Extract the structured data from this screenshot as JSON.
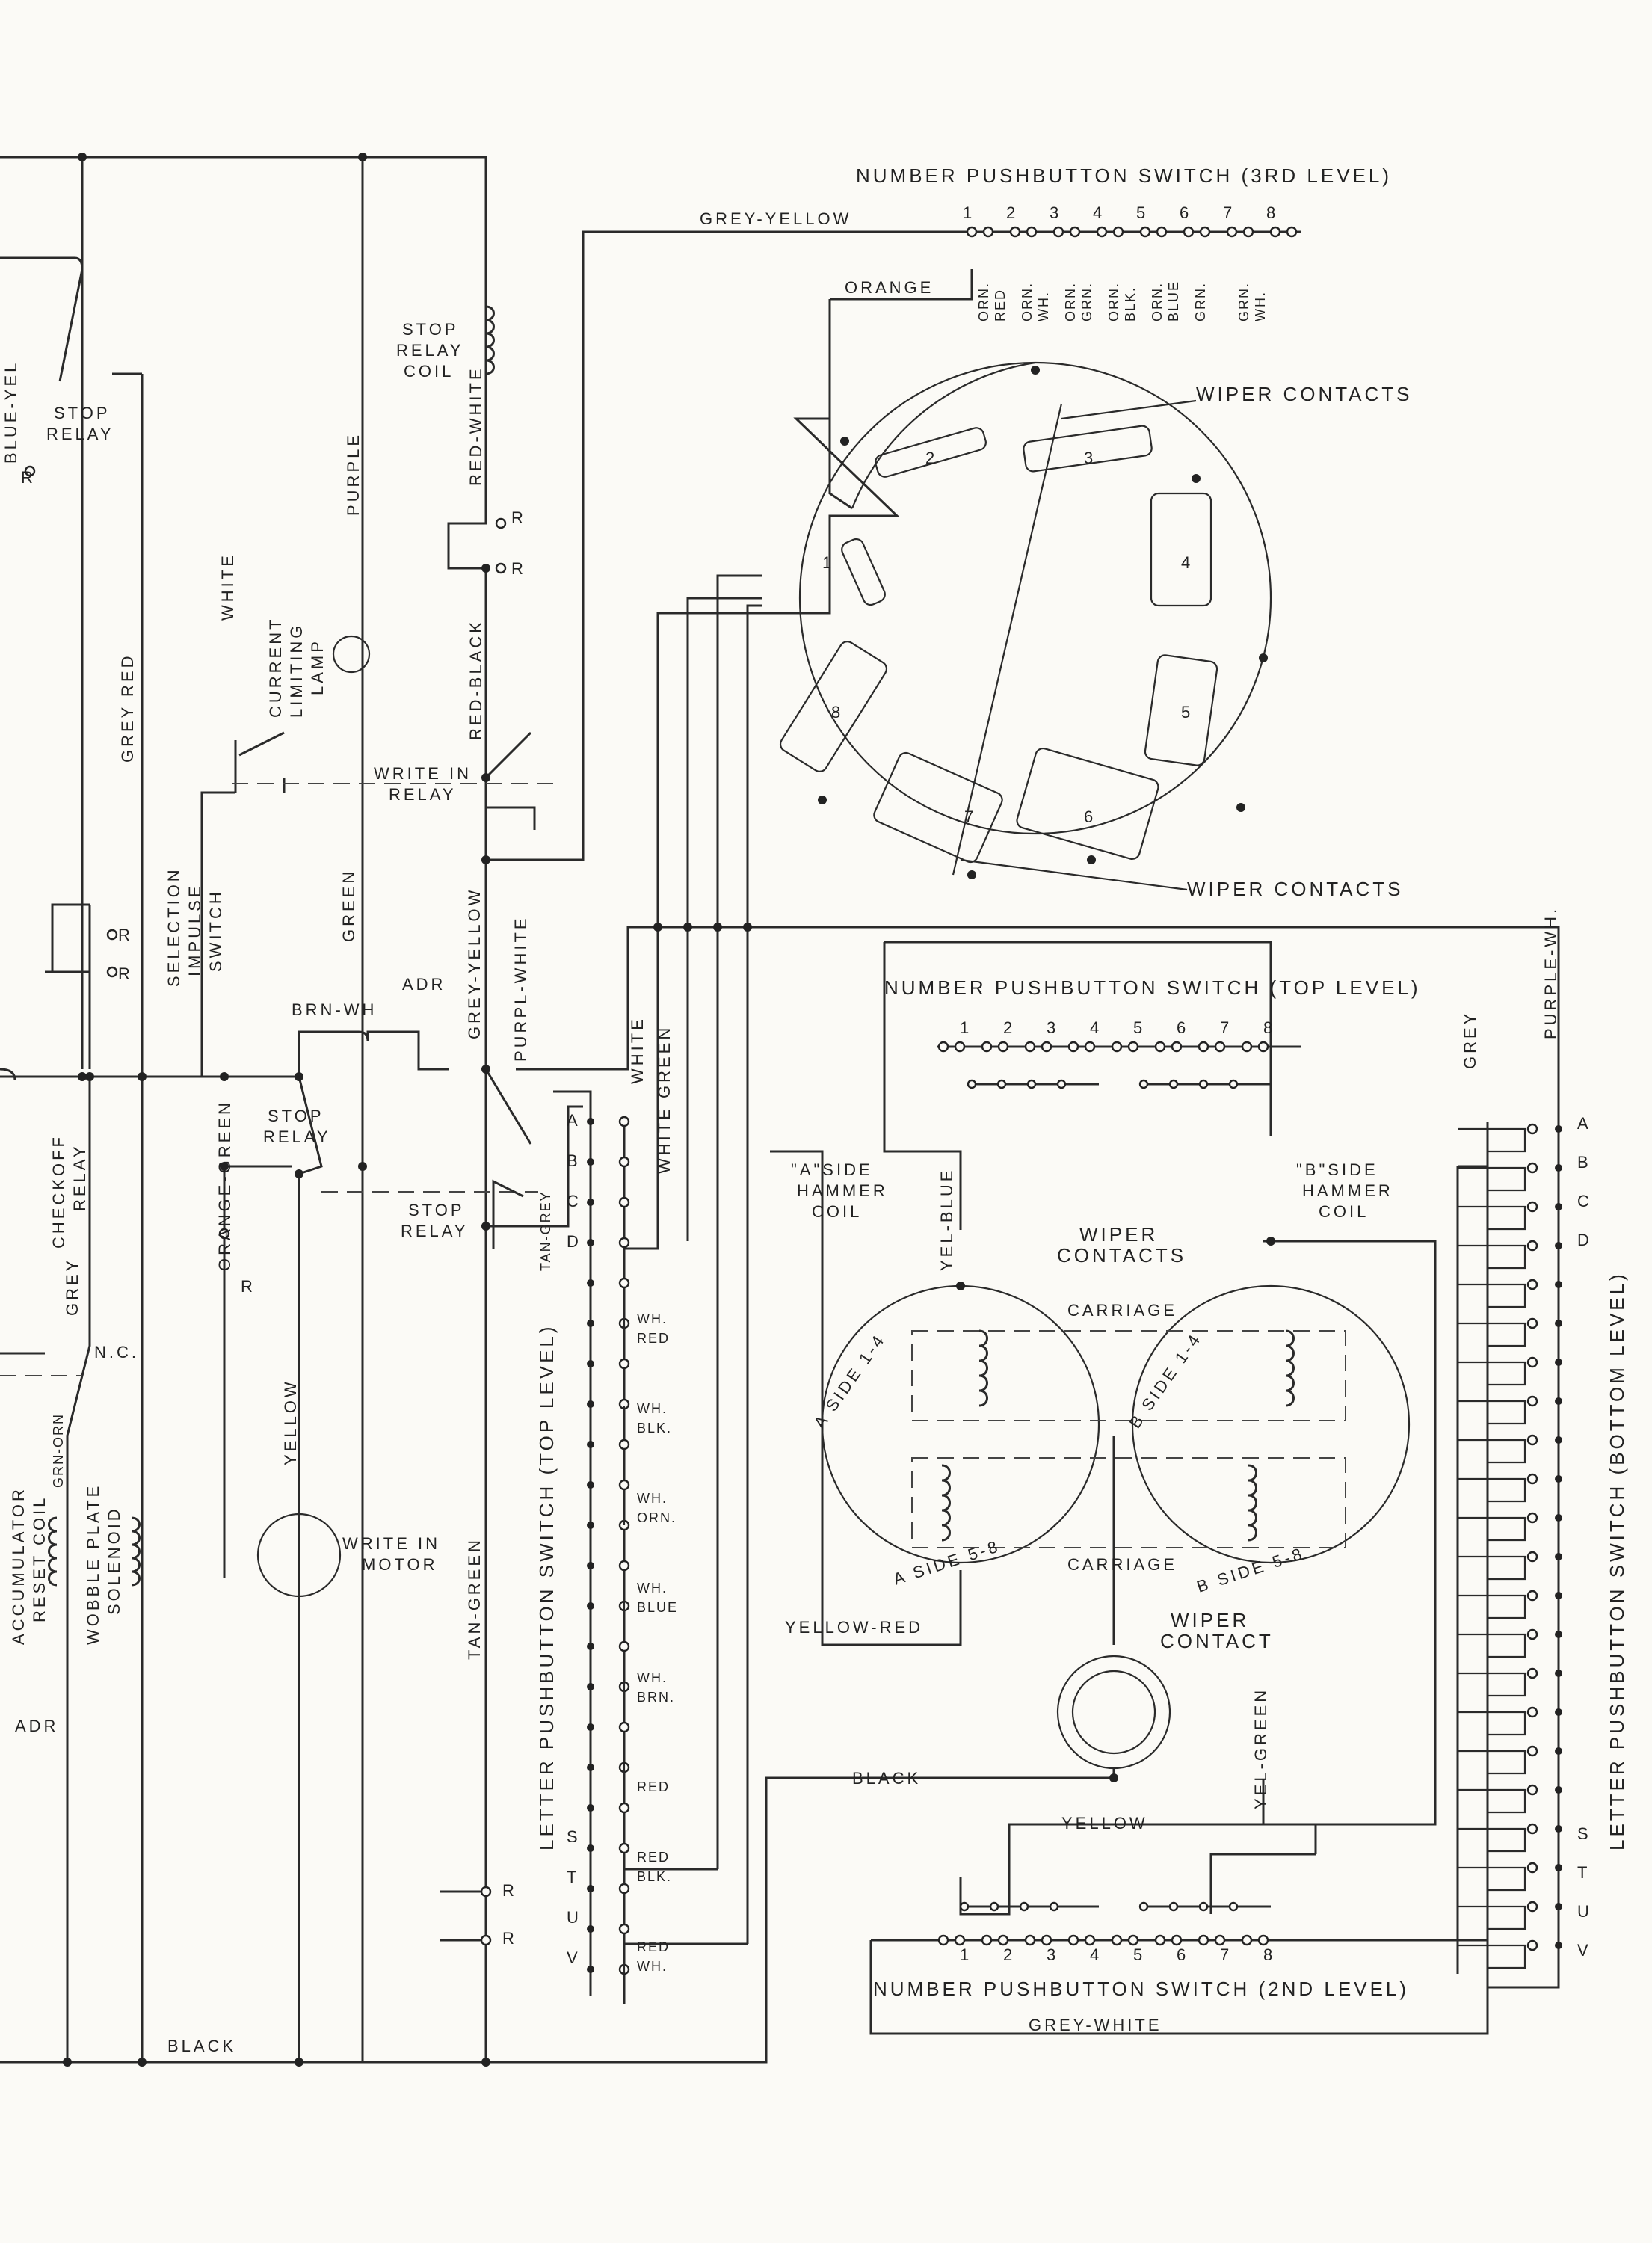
{
  "labels": {
    "top_switch_title": "NUMBER PUSHBUTTON SWITCH (3RD LEVEL)",
    "top_level_title": "NUMBER PUSHBUTTON SWITCH (TOP LEVEL)",
    "second_level_title": "NUMBER PUSHBUTTON SWITCH (2ND LEVEL)",
    "letter_top_title": "LETTER PUSHBUTTON SWITCH (TOP LEVEL)",
    "letter_bottom_title": "LETTER PUSHBUTTON SWITCH (BOTTOM LEVEL)",
    "wiper_contacts": "WIPER CONTACTS",
    "wiper_contact": "WIPER",
    "wiper_contact_2": "CONTACT",
    "wiper_contacts_mid_1": "WIPER",
    "wiper_contacts_mid_2": "CONTACTS",
    "stop_relay_coil_1": "STOP",
    "stop_relay_coil_2": "RELAY",
    "stop_relay_coil_3": "COIL",
    "stop_relay_1": "STOP",
    "stop_relay_2": "RELAY",
    "write_in_relay_1": "WRITE IN",
    "write_in_relay_2": "RELAY",
    "current_limiting_1": "CURRENT",
    "current_limiting_2": "LIMITING",
    "current_limiting_3": "LAMP",
    "selection_1": "SELECTION",
    "selection_2": "IMPULSE",
    "selection_3": "SWITCH",
    "checkoff_1": "CHECKOFF",
    "checkoff_2": "RELAY",
    "accumulator_1": "ACCUMULATOR",
    "accumulator_2": "RESET COIL",
    "wobble_1": "WOBBLE PLATE",
    "wobble_2": "SOLENOID",
    "write_in_motor_1": "WRITE IN",
    "write_in_motor_2": "MOTOR",
    "a_side_hammer_1": "\"A\"SIDE",
    "a_side_hammer_2": "HAMMER",
    "a_side_hammer_3": "COIL",
    "b_side_hammer_1": "\"B\"SIDE",
    "b_side_hammer_2": "HAMMER",
    "b_side_hammer_3": "COIL",
    "carriage": "CARRIAGE",
    "carriage_2": "CARRIAGE",
    "a_side_14": "A SIDE 1-4",
    "b_side_14": "B SIDE 1-4",
    "a_side_58": "A SIDE 5-8",
    "b_side_58": "B SIDE 5-8",
    "adr": "ADR",
    "adr_2": "ADR",
    "nc": "N.C.",
    "r": "R"
  },
  "wires": {
    "grey_yellow": "GREY-YELLOW",
    "grey_yellow_v": "GREY-YELLOW",
    "orange": "ORANGE",
    "purple": "PURPLE",
    "red_white": "RED-WHITE",
    "red_black": "RED-BLACK",
    "white": "WHITE",
    "white_2": "WHITE",
    "white_green": "WHITE GREEN",
    "grey_red": "GREY RED",
    "blue_yel": "BLUE-YEL",
    "green": "GREEN",
    "brn_wh": "BRN-WH",
    "purpl_white": "PURPL-WHITE",
    "orange_green": "ORANGE-GREEN",
    "tan_grey": "TAN-GREY",
    "tan_green": "TAN-GREEN",
    "yellow": "YELLOW",
    "yellow_2": "YELLOW",
    "grey": "GREY",
    "grey_2": "GREY",
    "purple_wh": "PURPLE-WH.",
    "grn_orn": "GRN-ORN",
    "black": "BLACK",
    "black_2": "BLACK",
    "yel_blue": "YEL-BLUE",
    "yel_green": "YEL-GREEN",
    "yellow_red": "YELLOW-RED",
    "grey_white": "GREY-WHITE"
  },
  "colors_3rd": [
    [
      "ORN.",
      "RED"
    ],
    [
      "ORN.",
      "WH."
    ],
    [
      "ORN.",
      "GRN."
    ],
    [
      "ORN.",
      "BLK."
    ],
    [
      "ORN.",
      "BLUE"
    ],
    [
      "GRN.",
      ""
    ],
    [
      "GRN.",
      "WH."
    ]
  ],
  "letter_wires": [
    [
      "WH.",
      "RED"
    ],
    [
      "WH.",
      "BLK."
    ],
    [
      "WH.",
      "ORN."
    ],
    [
      "WH.",
      "BLUE"
    ],
    [
      "WH.",
      "BRN."
    ],
    [
      "",
      "RED"
    ],
    [
      "RED",
      "BLK."
    ],
    [
      "RED",
      "WH."
    ]
  ],
  "digits": [
    "1",
    "2",
    "3",
    "4",
    "5",
    "6",
    "7",
    "8"
  ],
  "letters_top": [
    "A",
    "B",
    "C",
    "D"
  ],
  "letters_bottom": [
    "S",
    "T",
    "U",
    "V"
  ],
  "commutator_numbers": [
    "1",
    "2",
    "3",
    "4",
    "5",
    "6",
    "7",
    "8"
  ]
}
